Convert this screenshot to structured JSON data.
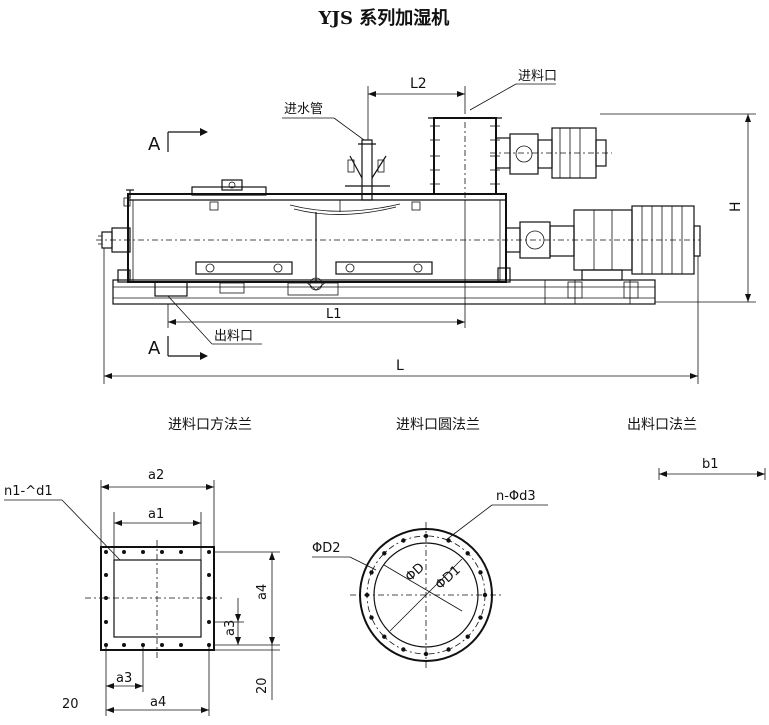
{
  "title": "YJS 系列加湿机",
  "elevation_view": {
    "labels": {
      "feed_inlet": "进料口",
      "water_pipe": "进水管",
      "outlet": "出料口",
      "L2": "L2",
      "L1": "L1",
      "L": "L",
      "H": "H",
      "section_top": "A",
      "section_bottom": "A"
    }
  },
  "flange_captions": {
    "square_inlet": "进料口方法兰",
    "round_inlet": "进料口圆法兰",
    "outlet": "出料口法兰"
  },
  "square_flange": {
    "n1_d1": "n1-^d1",
    "a2": "a2",
    "a1": "a1",
    "a4_vertical": "a4",
    "a3_vertical": "a3",
    "a3": "a3",
    "a4": "a4",
    "dim_20_vertical": "20",
    "dim_20": "20"
  },
  "round_flange": {
    "n_d3": "n-Φd3",
    "D2": "ΦD2",
    "D": "ΦD",
    "D1": "ΦD1"
  },
  "outlet_flange": {
    "b1": "b1"
  }
}
